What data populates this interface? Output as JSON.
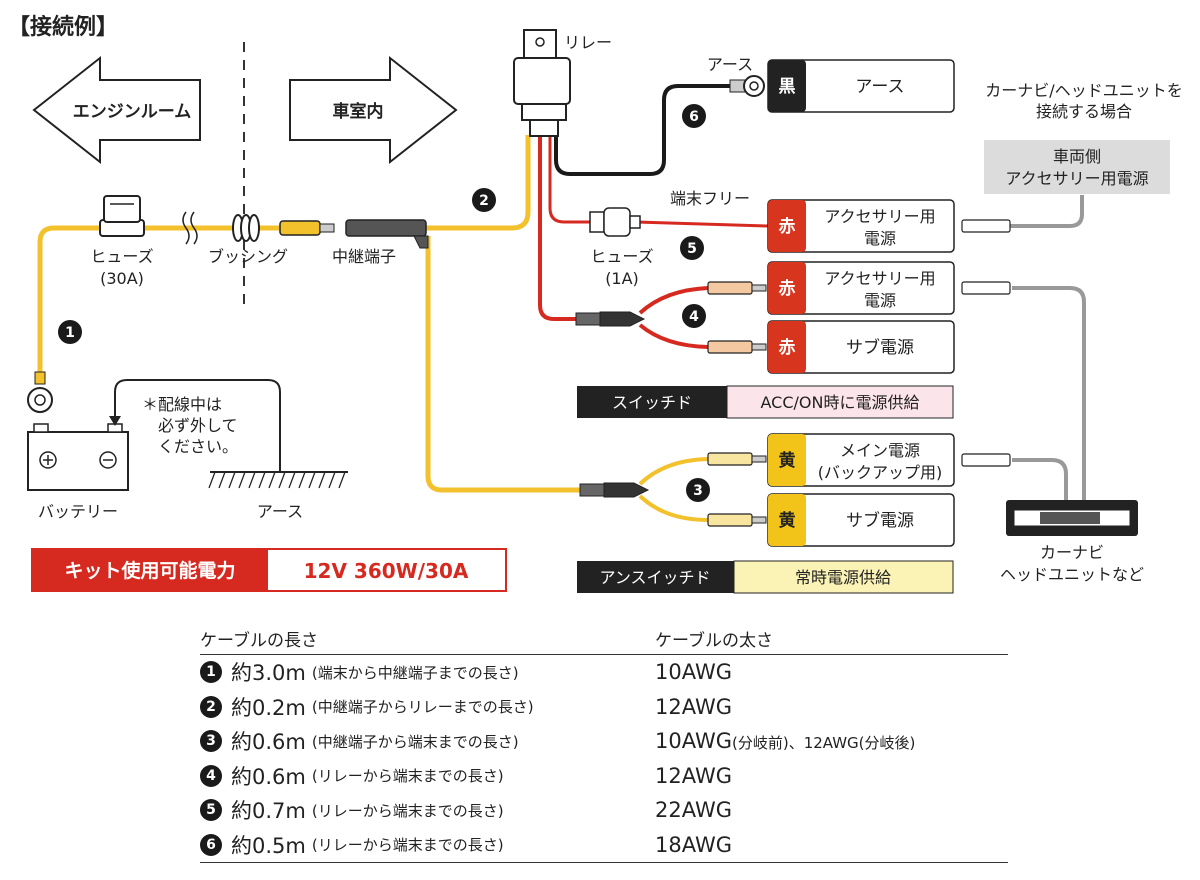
{
  "title": "【接続例】",
  "zones": {
    "engine": "エンジンルーム",
    "cabin": "車室内"
  },
  "parts": {
    "fuse_main": "ヒューズ",
    "fuse_main_rating": "(30A)",
    "bushing": "ブッシング",
    "relay_connector": "中継端子",
    "relay": "リレー",
    "battery": "バッテリー",
    "ground": "アース",
    "ground_top": "アース",
    "free_end": "端末フリー",
    "fuse_small": "ヒューズ",
    "fuse_small_rating": "(1A)"
  },
  "battery_note": [
    "＊配線中は",
    "必ず外して",
    "ください。"
  ],
  "cable_markers": [
    "1",
    "2",
    "3",
    "4",
    "5",
    "6"
  ],
  "terminals": [
    {
      "color_label": "黒",
      "label": [
        "アース"
      ],
      "bg": "#222222"
    },
    {
      "color_label": "赤",
      "label": [
        "アクセサリー用",
        "電源"
      ],
      "bg": "#d8351f"
    },
    {
      "color_label": "赤",
      "label": [
        "アクセサリー用",
        "電源"
      ],
      "bg": "#d8351f"
    },
    {
      "color_label": "赤",
      "label": [
        "サブ電源"
      ],
      "bg": "#d8351f"
    },
    {
      "color_label": "黄",
      "label": [
        "メイン電源",
        "(バックアップ用)"
      ],
      "bg": "#f2c318"
    },
    {
      "color_label": "黄",
      "label": [
        "サブ電源"
      ],
      "bg": "#f2c318"
    }
  ],
  "switched": {
    "label": "スイッチド",
    "desc": "ACC/ON時に電源供給"
  },
  "unswitched": {
    "label": "アンスイッチド",
    "desc": "常時電源供給"
  },
  "right_note": [
    "カーナビ/ヘッドユニットを",
    "接続する場合"
  ],
  "vehicle_acc": [
    "車両側",
    "アクセサリー用電源"
  ],
  "head_unit": [
    "カーナビ",
    "ヘッドユニットなど"
  ],
  "kit_power": {
    "label": "キット使用可能電力",
    "value": "12V 360W/30A"
  },
  "table": {
    "header": [
      "ケーブルの長さ",
      "ケーブルの太さ"
    ],
    "rows": [
      {
        "num": "1",
        "length": "約3.0m",
        "note": "(端末から中継端子までの長さ)",
        "gauge": "10AWG",
        "gauge_note": ""
      },
      {
        "num": "2",
        "length": "約0.2m",
        "note": "(中継端子からリレーまでの長さ)",
        "gauge": "12AWG",
        "gauge_note": ""
      },
      {
        "num": "3",
        "length": "約0.6m",
        "note": "(中継端子から端末までの長さ)",
        "gauge": "10AWG",
        "gauge_note": "(分岐前)、12AWG(分岐後)"
      },
      {
        "num": "4",
        "length": "約0.6m",
        "note": "(リレーから端末までの長さ)",
        "gauge": "12AWG",
        "gauge_note": ""
      },
      {
        "num": "5",
        "length": "約0.7m",
        "note": "(リレーから端末までの長さ)",
        "gauge": "22AWG",
        "gauge_note": ""
      },
      {
        "num": "6",
        "length": "約0.5m",
        "note": "(リレーから端末までの長さ)",
        "gauge": "18AWG",
        "gauge_note": ""
      }
    ]
  }
}
